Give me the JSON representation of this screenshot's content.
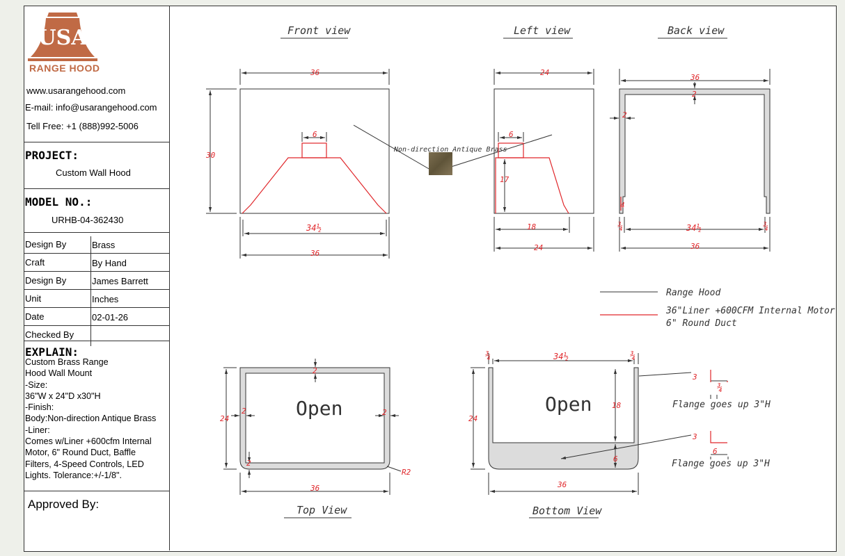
{
  "brand": {
    "logo_text": "USA",
    "sub": "RANGE HOOD"
  },
  "contact": {
    "website": "www.usarangehood.com",
    "email": "E-mail: info@usarangehood.com",
    "phone": "Tell Free: +1 (888)992-5006"
  },
  "project": {
    "label": "PROJECT:",
    "value": "Custom Wall Hood"
  },
  "model": {
    "label": "MODEL NO.:",
    "value": "URHB-04-362430"
  },
  "specs": [
    {
      "key": "Design By",
      "value": "Brass"
    },
    {
      "key": "Craft",
      "value": "By Hand"
    },
    {
      "key": "Design By",
      "value": "James Barrett"
    },
    {
      "key": "Unit",
      "value": "Inches"
    },
    {
      "key": "Date",
      "value": "02-01-26"
    },
    {
      "key": "Checked By",
      "value": ""
    }
  ],
  "explain": {
    "label": "EXPLAIN:",
    "body": "Custom Brass Range\nHood Wall Mount\n-Size:\n36\"W x 24\"D x30\"H\n-Finish:\nBody:Non-direction Antique Brass\n-Liner:\nComes w/Liner +600cfm Internal\nMotor, 6\" Round Duct, Baffle\nFilters, 4-Speed Controls, LED\nLights. Tolerance:+/-1/8\"."
  },
  "approved": {
    "label": "Approved By:"
  },
  "views": {
    "front": "Front view",
    "left": "Left view",
    "back": "Back view",
    "top": "Top View",
    "bottom": "Bottom View"
  },
  "dims": {
    "d36": "36",
    "d24": "24",
    "d30": "30",
    "d6": "6",
    "d17": "17",
    "d18": "18",
    "d2": "2",
    "d3": "3",
    "d4": "4",
    "d34h": "34½",
    "d34": "¾",
    "r2": "R2"
  },
  "finish_label": "Non-direction Antique Brass",
  "open_label": "Open",
  "legend": {
    "black": "Range Hood",
    "red_1": "36\"Liner +600CFM Internal Motor",
    "red_2": "6\" Round Duct"
  },
  "flange_note": "Flange goes up 3\"H",
  "colors": {
    "black": "#333333",
    "red": "#e0262a",
    "logo": "#c06a45",
    "brass": "#6f6245",
    "fill": "#dcdcdc"
  }
}
